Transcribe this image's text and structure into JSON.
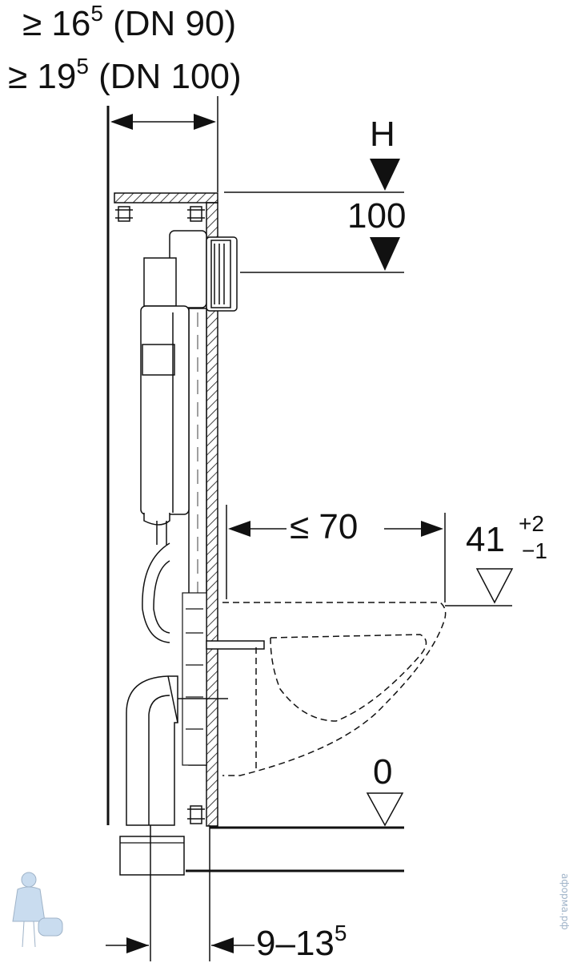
{
  "dimensions": {
    "depth_dn90": {
      "prefix": "≥ 16",
      "sup": "5",
      "suffix": " (DN 90)"
    },
    "depth_dn100": {
      "prefix": "≥ 19",
      "sup": "5",
      "suffix": " (DN 100)"
    },
    "flush_marker": "H",
    "flush_distance": "100",
    "bowl_projection": "≤ 70",
    "seat_height": {
      "value": "41",
      "tol_plus": "+2",
      "tol_minus": "−1"
    },
    "floor_level": "0",
    "wall_offset": {
      "prefix": "9–13",
      "sup": "5"
    }
  },
  "watermark": "аформа.рф",
  "colors": {
    "line": "#111111",
    "hatch": "#111111",
    "watermark": "#9fb3c8"
  }
}
